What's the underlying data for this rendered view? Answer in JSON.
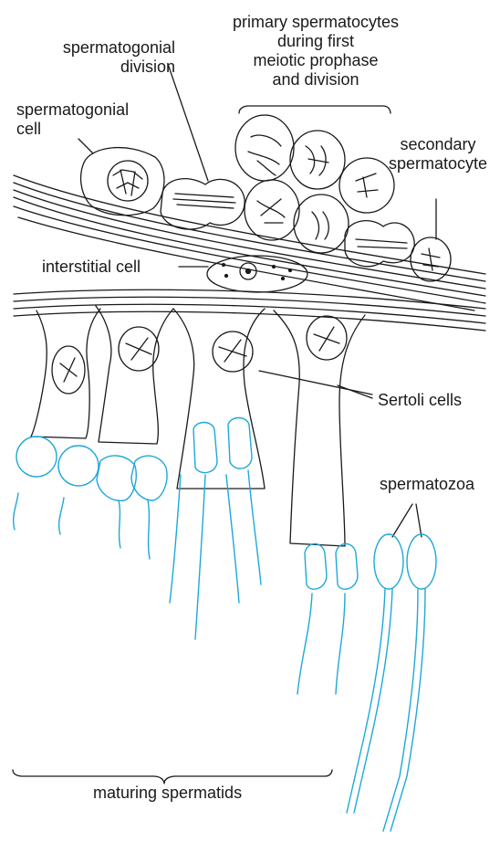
{
  "labels": {
    "spermatogonial_division": [
      "spermatogonial",
      "division"
    ],
    "spermatogonial_cell": [
      "spermatogonial",
      "cell"
    ],
    "primary_spermatocytes": [
      "primary spermatocytes",
      "during first",
      "meiotic prophase",
      "and division"
    ],
    "secondary_spermatocyte": [
      "secondary",
      "spermatocyte"
    ],
    "interstitial_cell": "interstitial cell",
    "sertoli_cells": "Sertoli cells",
    "spermatozoa": "spermatozoa",
    "maturing_spermatids": "maturing spermatids"
  },
  "colors": {
    "line_art": "#1a1a1a",
    "spermatid_blue": "#1ea8d8",
    "background": "#ffffff"
  }
}
